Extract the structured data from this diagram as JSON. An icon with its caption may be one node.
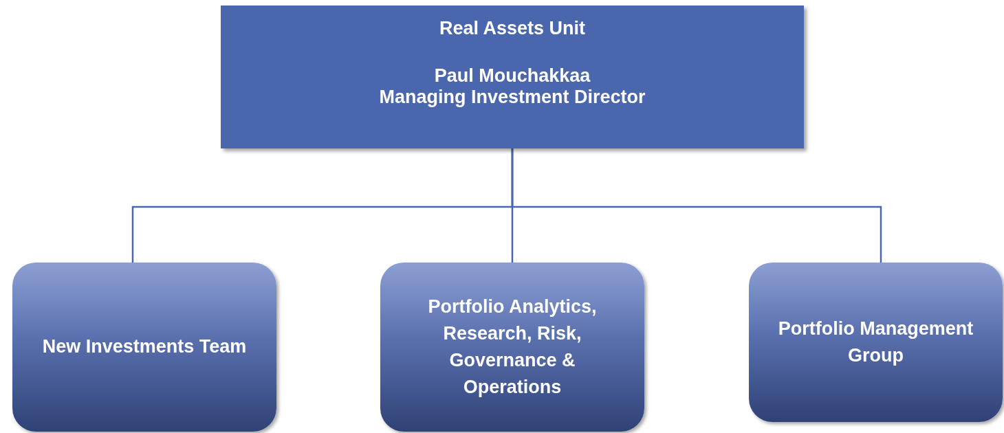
{
  "diagram": {
    "nodes": [
      {
        "text": [
          "Real Assets Unit",
          "Paul Mouchakkaa",
          "Managing Investment Director"
        ]
      },
      {
        "text": [
          "New Investments Team"
        ]
      },
      {
        "text": [
          "Portfolio Analytics, Research, Risk, Governance & Operations"
        ]
      },
      {
        "text": [
          "Portfolio Management Group"
        ]
      }
    ],
    "edges": [
      {
        "from": 0,
        "to": 1,
        "arrow": "none"
      },
      {
        "from": 0,
        "to": 2,
        "arrow": "none"
      },
      {
        "from": 0,
        "to": 3,
        "arrow": "none"
      }
    ]
  }
}
